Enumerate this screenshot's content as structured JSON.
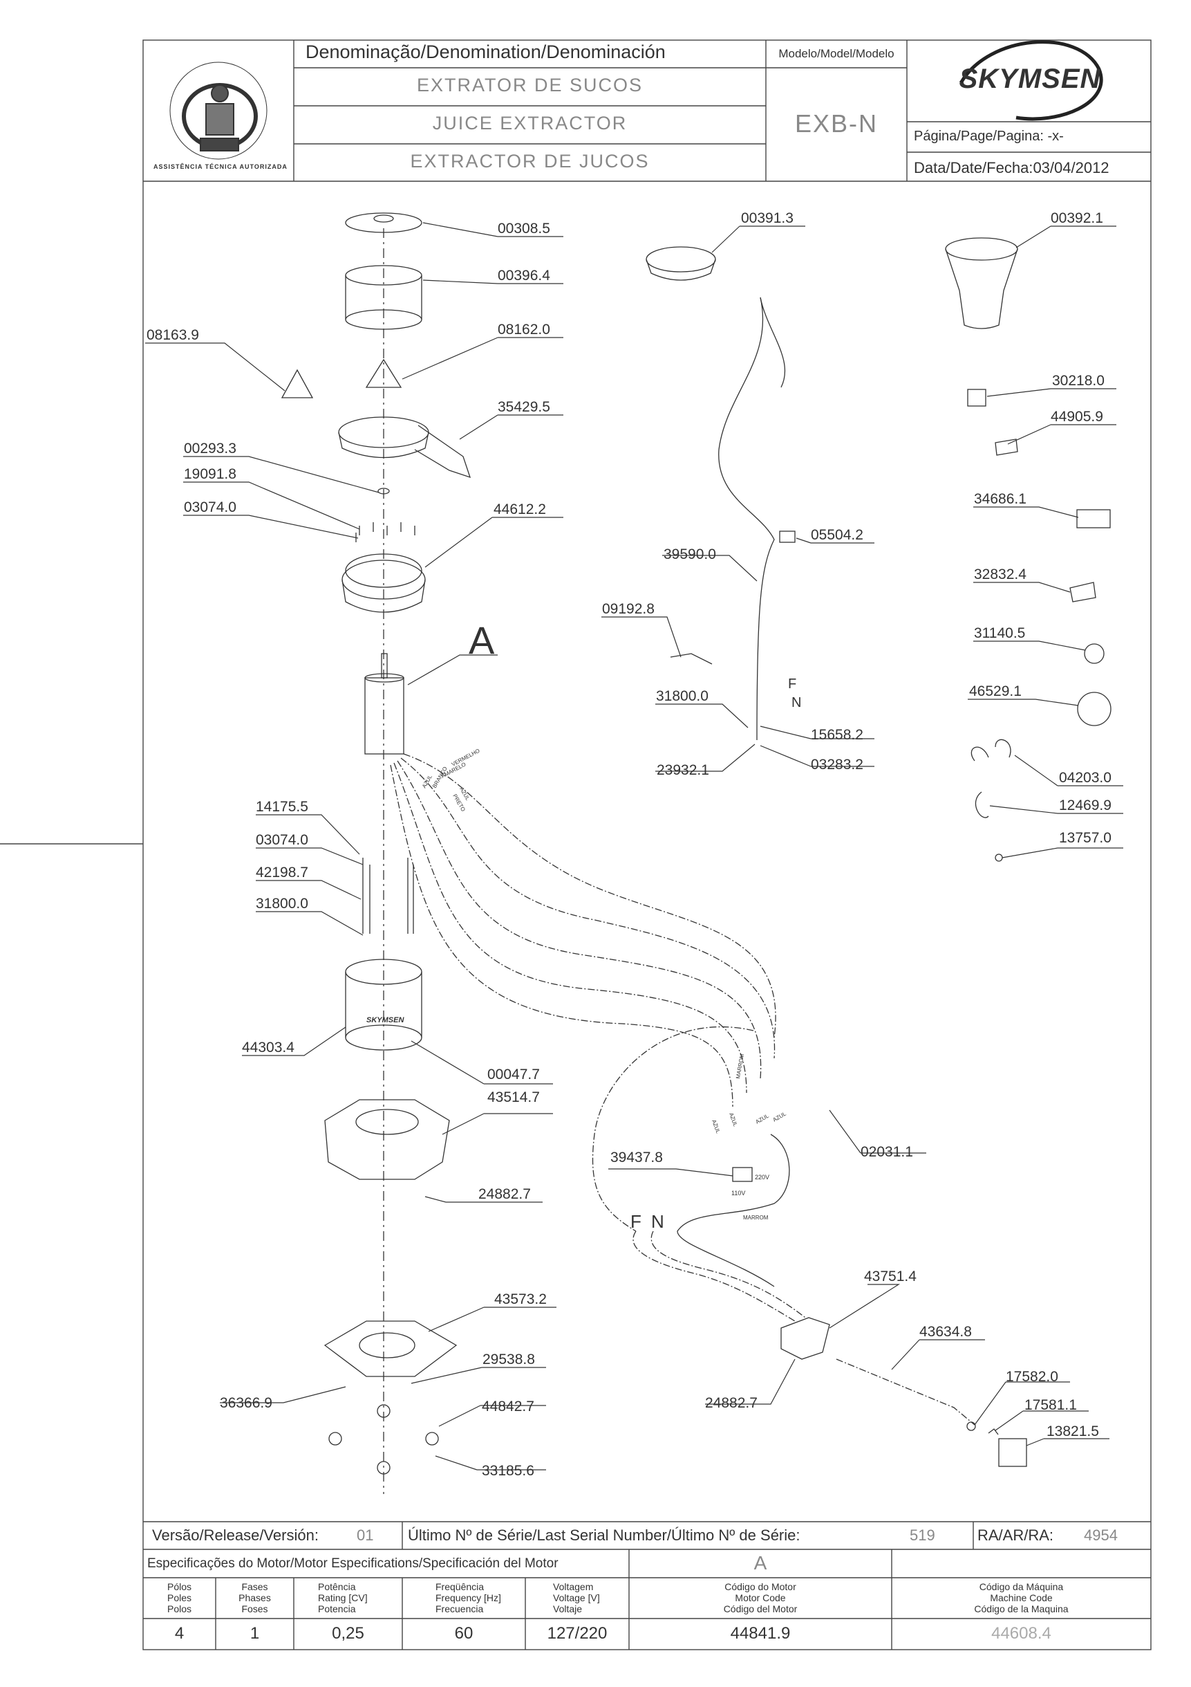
{
  "header": {
    "denomination_label": "Denominação/Denomination/Denominación",
    "name_pt": "EXTRATOR DE SUCOS",
    "name_en": "JUICE EXTRACTOR",
    "name_es": "EXTRACTOR DE JUCOS",
    "model_label": "Modelo/Model/Modelo",
    "model_value": "EXB-N",
    "brand": "SKYMSEN",
    "page_label": "Página/Page/Pagina:",
    "page_value": "-x-",
    "date_label": "Data/Date/Fecha:",
    "date_value": "03/04/2012",
    "seal_text": "ASSISTÊNCIA TÉCNICA AUTORIZADA"
  },
  "parts": [
    "00308.5",
    "00396.4",
    "08162.0",
    "08163.9",
    "35429.5",
    "00293.3",
    "19091.8",
    "03074.0",
    "44612.2",
    "00391.3",
    "00392.1",
    "39590.0",
    "05504.2",
    "09192.8",
    "31800.0",
    "15658.2",
    "23932.1",
    "03283.2",
    "30218.0",
    "44905.9",
    "34686.1",
    "32832.4",
    "31140.5",
    "46529.1",
    "04203.0",
    "12469.9",
    "13757.0",
    "14175.5",
    "03074.0",
    "42198.7",
    "31800.0",
    "44303.4",
    "00047.7",
    "43514.7",
    "24882.7",
    "39437.8",
    "02031.1",
    "43751.4",
    "43634.8",
    "24882.7",
    "17582.0",
    "17581.1",
    "13821.5",
    "43573.2",
    "29538.8",
    "36366.9",
    "44842.7",
    "33185.6"
  ],
  "labels": {
    "detail_a": "A",
    "wire_f": "F",
    "wire_n": "N",
    "wire_f2": "F",
    "wire_n2": "N",
    "wire_colors": [
      "VERMELHO",
      "AMARELO",
      "AZUL",
      "PRETO",
      "BRANCO",
      "AZUL"
    ],
    "wire_marrom": "MARROM",
    "wire_marrom2": "MARROM",
    "wire_azul": [
      "AZUL",
      "AZUL",
      "AZUL",
      "AZUL"
    ],
    "volt_220": "220V",
    "volt_110": "110V",
    "brand_on_housing": "SKYMSEN"
  },
  "footer": {
    "version_label": "Versão/Release/Versión:",
    "version_value": "01",
    "serial_label": "Último Nº de Série/Last Serial Number/Último Nº de Série:",
    "serial_value": "519",
    "ra_label": "RA/AR/RA:",
    "ra_value": "4954",
    "motor_spec_label": "Especificações do Motor/Motor Especifications/Specificación del Motor",
    "motor_detail": "A",
    "columns": [
      {
        "l1": "Pólos",
        "l2": "Poles",
        "l3": "Polos",
        "value": "4"
      },
      {
        "l1": "Fases",
        "l2": "Phases",
        "l3": "Foses",
        "value": "1"
      },
      {
        "l1": "Potência",
        "l2": "Rating [CV]",
        "l3": "Potencia",
        "value": "0,25"
      },
      {
        "l1": "Freqüência",
        "l2": "Frequency [Hz]",
        "l3": "Frecuencia",
        "value": "60"
      },
      {
        "l1": "Voltagem",
        "l2": "Voltage [V]",
        "l3": "Voltaje",
        "value": "127/220"
      },
      {
        "l1": "Código do Motor",
        "l2": "Motor Code",
        "l3": "Código del Motor",
        "value": "44841.9"
      },
      {
        "l1": "Código da Máquina",
        "l2": "Machine Code",
        "l3": "Código de la Maquina",
        "value": "44608.4"
      }
    ]
  },
  "colors": {
    "line": "#333333",
    "gray_text": "#888888"
  }
}
